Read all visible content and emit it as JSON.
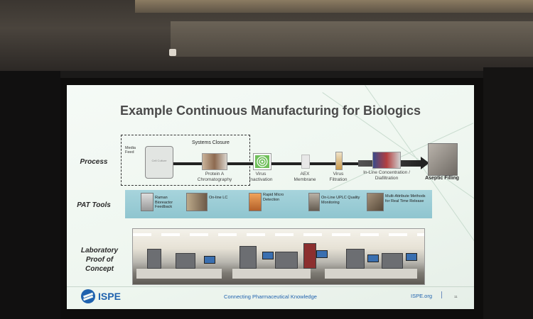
{
  "slide": {
    "title": "Example Continuous Manufacturing for Biologics",
    "rows": {
      "process": "Process",
      "pat": "PAT Tools",
      "lab": "Laboratory Proof of Concept"
    },
    "process": {
      "systems_closure": "Systems Closure",
      "media_feed": "Media Feed",
      "bioreactor_label": "Cell Culture",
      "steps": [
        {
          "label": "Protein A Chromatography"
        },
        {
          "label": "Virus Inactivation"
        },
        {
          "label": "AEX Membrane"
        },
        {
          "label": "Virus Filtration"
        },
        {
          "label": "In-Line Concentration / Diafiltration"
        }
      ],
      "final_step": "Aseptic Filling"
    },
    "pat_tools": [
      {
        "label": "Raman Bioreactor Feedback"
      },
      {
        "label": "On-line LC"
      },
      {
        "label": "Rapid Micro Detection"
      },
      {
        "label": "On-Line UPLC Quality Monitoring"
      },
      {
        "label": "Multi-Attribute Methods for Real Time Release"
      }
    ],
    "footer": {
      "logo_text": "ISPE",
      "tagline": "Connecting Pharmaceutical Knowledge",
      "url": "ISPE.org",
      "page_number": "11"
    }
  },
  "colors": {
    "brand_blue": "#1f62ae",
    "pat_band": "#9dcdd6",
    "title_gray": "#4a4a4a"
  }
}
